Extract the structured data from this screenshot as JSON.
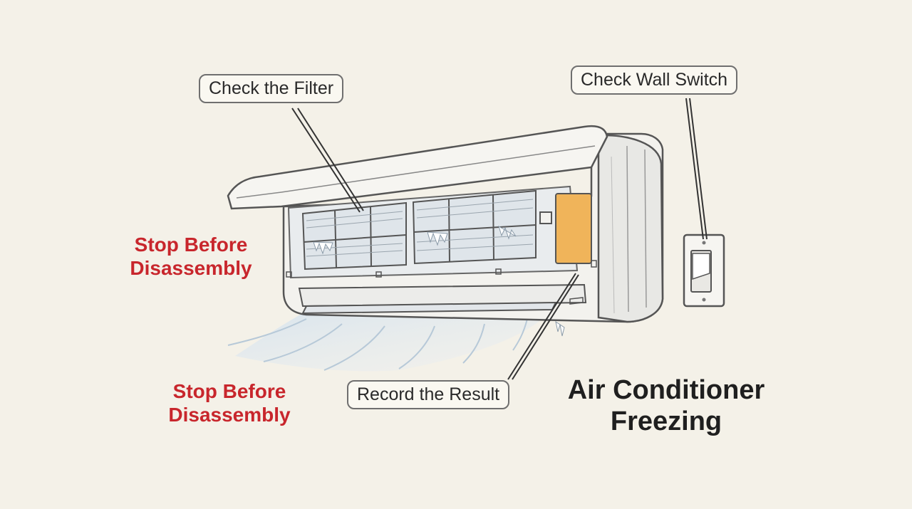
{
  "diagram": {
    "title": [
      "Air Conditioner",
      "Freezing"
    ],
    "callouts": {
      "filter": "Check the Filter",
      "wall_switch": "Check Wall Switch",
      "record": "Record the Result"
    },
    "warnings": [
      [
        "Stop Before",
        "Disassembly"
      ],
      [
        "Stop Before",
        "Disassembly"
      ]
    ],
    "colors": {
      "background": "#f4f1e8",
      "warning_text": "#c8262c",
      "highlight_panel": "#f0b45a",
      "airflow": "#c9d9e6",
      "outline": "#555555"
    },
    "icons": [
      "air-conditioner-unit",
      "wall-switch",
      "cold-airflow",
      "ice-frost"
    ]
  }
}
